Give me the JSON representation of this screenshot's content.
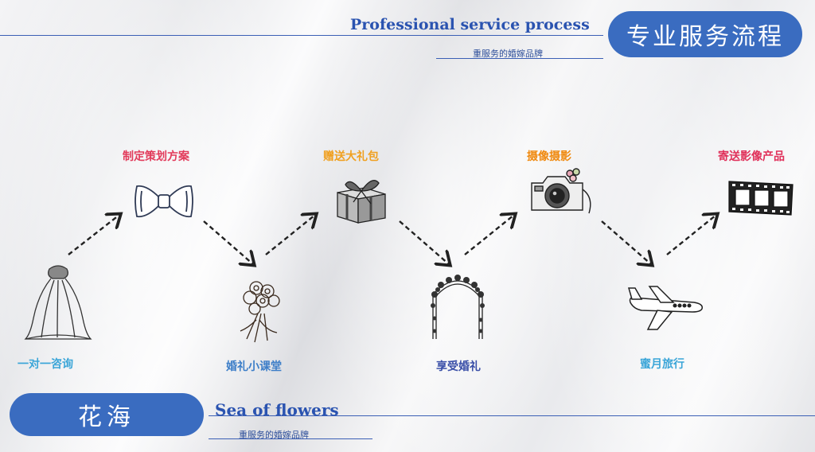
{
  "header": {
    "english_title": "Professional service process",
    "chinese_title": "专业服务流程",
    "subtitle": "重服务的婚嫁品牌"
  },
  "footer": {
    "brand": "花海",
    "english_title": "Sea of flowers",
    "subtitle": "重服务的婚嫁品牌"
  },
  "steps": [
    {
      "label": "一对一咨询",
      "color": "#3aa5d8",
      "icon": "veil-icon"
    },
    {
      "label": "制定策划方案",
      "color": "#e23a5a",
      "icon": "bow-tie-icon"
    },
    {
      "label": "婚礼小课堂",
      "color": "#3d7ec8",
      "icon": "bouquet-icon"
    },
    {
      "label": "赠送大礼包",
      "color": "#f0a020",
      "icon": "gift-box-icon"
    },
    {
      "label": "享受婚礼",
      "color": "#3a4fa8",
      "icon": "flower-arch-icon"
    },
    {
      "label": "摄像摄影",
      "color": "#f08a10",
      "icon": "camera-icon"
    },
    {
      "label": "蜜月旅行",
      "color": "#3aa5d8",
      "icon": "airplane-icon"
    },
    {
      "label": "寄送影像产品",
      "color": "#e0305a",
      "icon": "film-strip-icon"
    }
  ]
}
